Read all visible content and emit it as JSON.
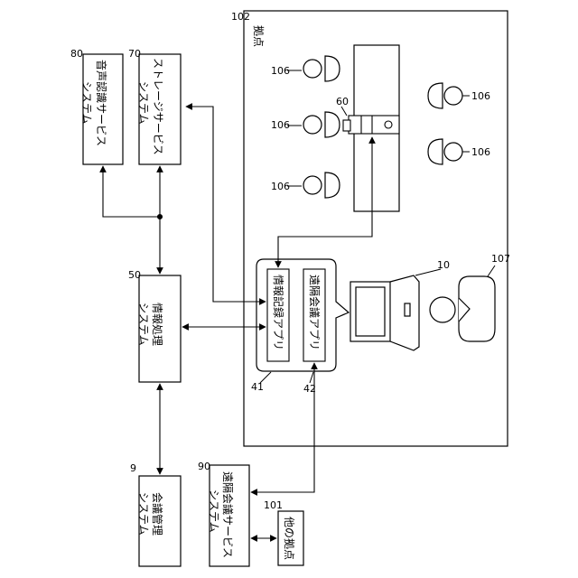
{
  "site": {
    "title": "拠点",
    "ref": "102"
  },
  "voice_system": {
    "ref": "80",
    "line1": "音声認識サービス",
    "line2": "システム"
  },
  "storage_system": {
    "ref": "70",
    "line1": "ストレージサービス",
    "line2": "システム"
  },
  "info_system": {
    "ref": "50",
    "line1": "情報処理",
    "line2": "システム"
  },
  "meeting_mgmt": {
    "ref": "9",
    "line1": "会議管理",
    "line2": "システム"
  },
  "remote_service": {
    "ref": "90",
    "line1": "遠隔会議サービス",
    "line2": "システム"
  },
  "other_site": {
    "ref": "101",
    "label": "他の拠点"
  },
  "apps": {
    "record": {
      "ref": "41",
      "label": "情報記録アプリ"
    },
    "remote": {
      "ref": "42",
      "label": "遠隔会議アプリ"
    }
  },
  "terminal_ref": "10",
  "user_ref": "107",
  "device_ref": "60",
  "participants": [
    "106",
    "106",
    "106",
    "106",
    "106"
  ]
}
